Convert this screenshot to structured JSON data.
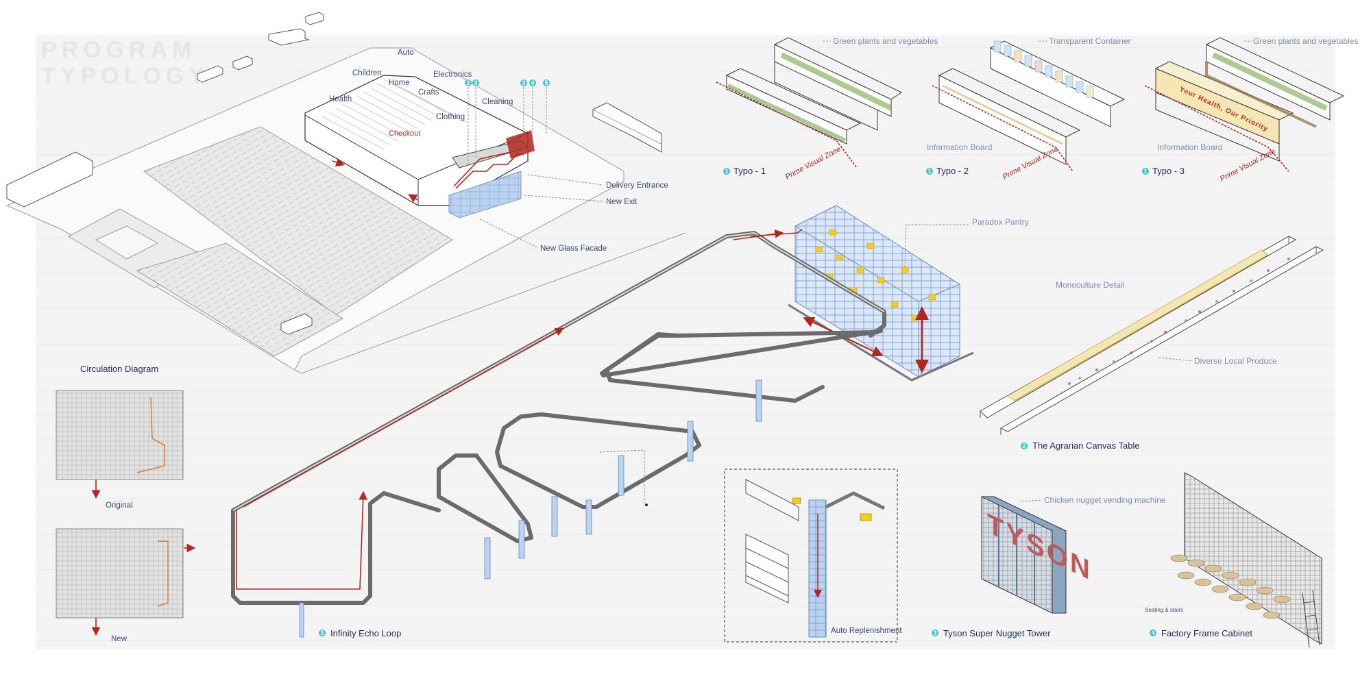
{
  "sheet_title": [
    "PROGRAM",
    "TYPOLOGY"
  ],
  "store_plan": {
    "departments": {
      "auto": "Auto",
      "children": "Children",
      "electronics": "Electronics",
      "home": "Home",
      "crafts": "Crafts",
      "health": "Health",
      "cleaning": "Cleaning",
      "clothing": "Clothing",
      "checkout": "Checkout"
    },
    "badges": [
      "2",
      "3",
      "3",
      "4",
      "5"
    ],
    "callouts": {
      "delivery_entrance": "Delivery Entrance",
      "new_exit": "New Exit",
      "new_glass_facade": "New Glass Facade"
    }
  },
  "typologies": [
    {
      "badge": "1",
      "title": "Typo - 1",
      "top_label": "Green plants and vegetables",
      "board_label": "",
      "zone": "Prime Visual Zone"
    },
    {
      "badge": "1",
      "title": "Typo - 2",
      "top_label": "Transparent Container",
      "board_label": "Information Board",
      "zone": "Prime Visual Zone"
    },
    {
      "badge": "1",
      "title": "Typo - 3",
      "top_label": "Green plants and vegetables",
      "board_label": "Information Board",
      "zone": "Prime Visual Zone",
      "sign_text": "Your Health, Our Priority"
    }
  ],
  "paradox_pantry": {
    "label": "Paradox Pantry"
  },
  "agrarian_table": {
    "badge": "2",
    "title": "The Agrarian Canvas Table",
    "monoculture_label": "Monoculture Detail",
    "produce_label": "Diverse Local Produce"
  },
  "circulation": {
    "title": "Circulation Diagram",
    "original_label": "Original",
    "new_label": "New"
  },
  "infinity_loop": {
    "badge": "5",
    "title": "Infinity Echo Loop"
  },
  "auto_replenishment": {
    "title": "Auto Replenishment"
  },
  "tyson_tower": {
    "badge": "3",
    "title": "Tyson Super Nugget Tower",
    "callout": "Chicken nugget vending machine",
    "sign_text": "TYSON"
  },
  "factory_cabinet": {
    "badge": "4",
    "title": "Factory Frame Cabinet",
    "seating_label": "Seating & stairs"
  },
  "colors": {
    "accent_red": "#b3261e",
    "badge_teal": "#3ec5d0",
    "label_navy": "#3a4a7a",
    "rack_blue": "#5f87c9",
    "produce_yellow": "#f5e7b3",
    "tower_blue": "#8aa6c2"
  }
}
